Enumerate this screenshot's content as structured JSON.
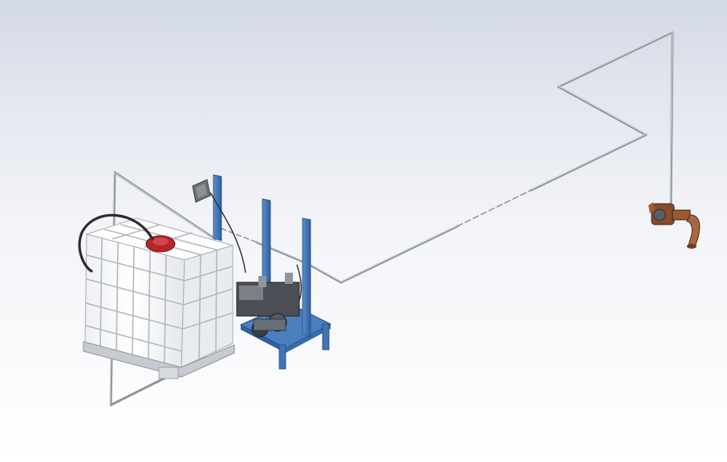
{
  "scene": {
    "background_top_color": "#d3d9e6",
    "background_bottom_color": "#ffffff",
    "frame_color": "#3f74b5",
    "pipe_color": "#8f959c",
    "tank_cage_color": "#b4b8be",
    "tank_body_color": "#f6f7f9",
    "tank_cap_color": "#b3262a",
    "hose_color": "#2c2c2c",
    "valve_color": "#8a4b2a",
    "components": [
      "ibc-tank",
      "tank-cap",
      "suction-hose",
      "pump-skid-frame",
      "diaphragm-pump",
      "control-box",
      "discharge-pipe",
      "outlet-valve"
    ]
  }
}
